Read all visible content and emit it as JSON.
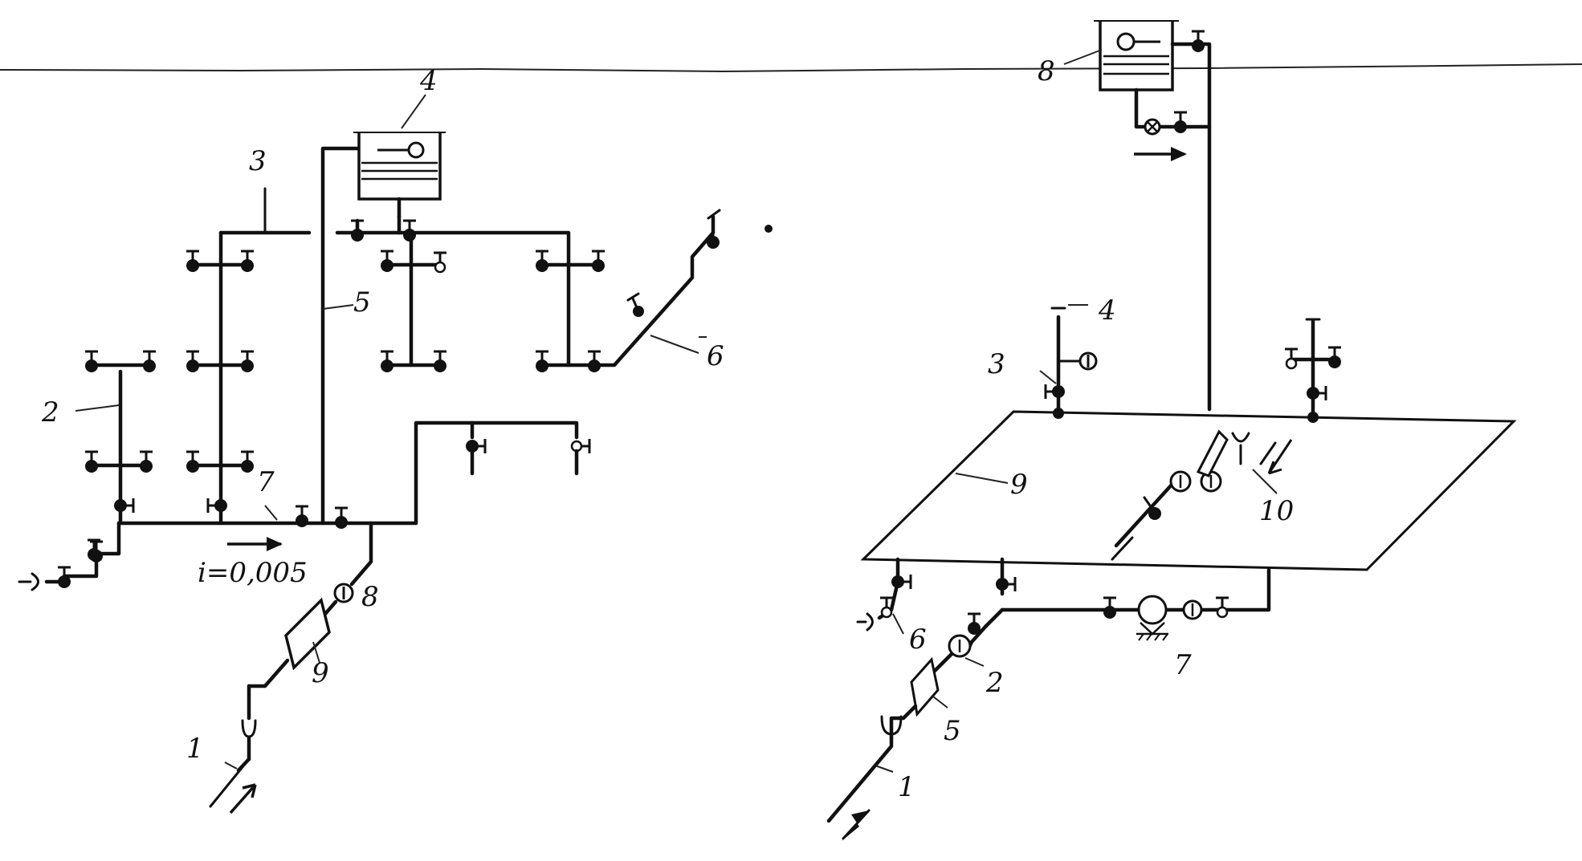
{
  "left_scheme": {
    "callouts": {
      "inlet": "1",
      "riser": "2",
      "distribution_main": "3",
      "tank": "4",
      "tank_supply": "5",
      "fire_branch": "6",
      "lower_main": "7",
      "meter": "8",
      "filter": "9"
    },
    "slope": "i=0,005"
  },
  "right_scheme": {
    "callouts": {
      "inlet": "1",
      "meter": "2",
      "riser_valve": "3",
      "fixture": "4",
      "filter": "5",
      "drain": "6",
      "pump": "7",
      "float_valve": "8",
      "floor": "9",
      "sink": "10"
    }
  },
  "icons": [
    "shutoff-valve-icon",
    "water-tap-icon",
    "water-tank-icon",
    "float-ball-icon",
    "water-meter-icon",
    "pump-icon",
    "flow-arrow-icon",
    "gate-valve-icon"
  ]
}
